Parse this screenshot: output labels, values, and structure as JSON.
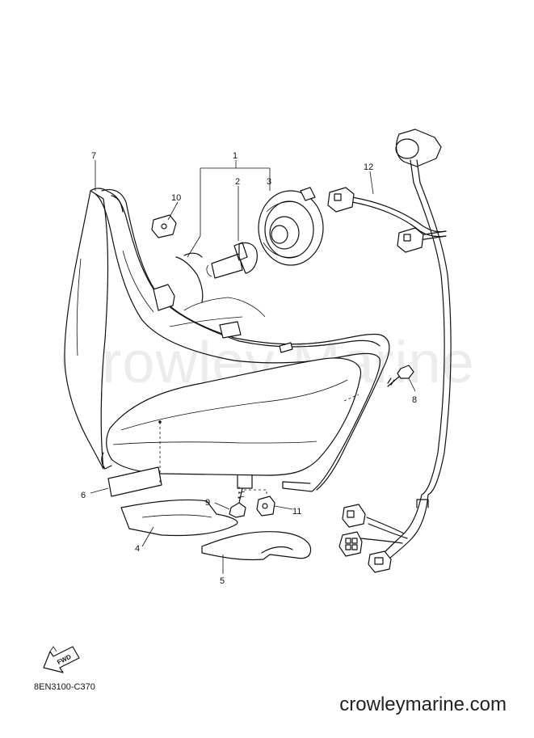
{
  "watermark": "Crowley Marine",
  "diagram_code": "8EN3100-C370",
  "website": "crowleymarine.com",
  "fwd_label": "FWD",
  "callouts": [
    "1",
    "2",
    "3",
    "4",
    "5",
    "6",
    "7",
    "8",
    "9",
    "10",
    "11",
    "12"
  ],
  "icons": [
    "fwd-arrow-icon"
  ]
}
